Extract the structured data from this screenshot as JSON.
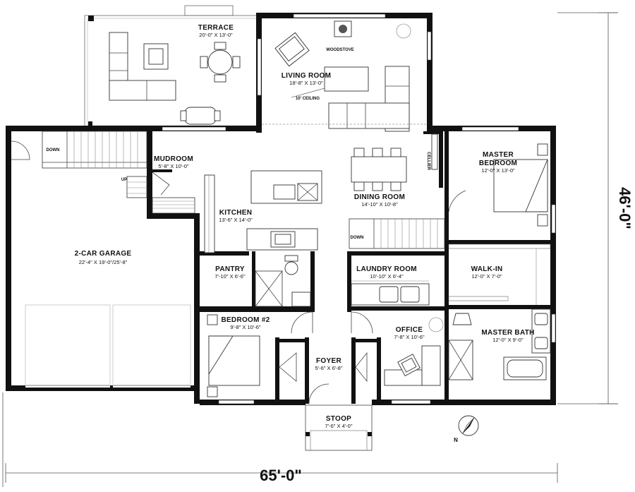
{
  "rooms": {
    "terrace": {
      "name": "TERRACE",
      "dim": "20'-0\" X 13'-0\""
    },
    "living": {
      "name": "LIVING ROOM",
      "dim": "18'-8\" X 13'-0\""
    },
    "woodstove": "WOODSTOVE",
    "ceiling": "10' CEILING",
    "mudroom": {
      "name": "MUDROOM",
      "dim": "5'-8\" X 10'-0\""
    },
    "kitchen": {
      "name": "KITCHEN",
      "dim": "13'-6\" X 14'-0\""
    },
    "dining": {
      "name": "DINING ROOM",
      "dim": "14'-10\" X 10'-8\""
    },
    "master_bedroom": {
      "name": "MASTER BEDROOM",
      "name_line1": "MASTER",
      "name_line2": "BEDROOM",
      "dim": "12'-0\" X 13'-0\""
    },
    "cellier": "CELLIER",
    "garage": {
      "name": "2-CAR GARAGE",
      "dim": "22'-4\" X 19'-0\"/25'-8\""
    },
    "pantry": {
      "name": "PANTRY",
      "dim": "7'-10\" X 6'-6\""
    },
    "laundry": {
      "name": "LAUNDRY ROOM",
      "dim": "10'-10\" X 6'-4\""
    },
    "walkin": {
      "name": "WALK-IN",
      "dim": "12'-0\" X 7'-0\""
    },
    "bedroom2": {
      "name": "BEDROOM #2",
      "dim": "9'-8\" X 10'-6\""
    },
    "office": {
      "name": "OFFICE",
      "dim": "7'-8\" X 10'-6\""
    },
    "master_bath": {
      "name": "MASTER BATH",
      "dim": "12'-0\" X 9'-0\""
    },
    "foyer": {
      "name": "FOYER",
      "dim": "5'-6\" X 6'-8\""
    },
    "stoop": {
      "name": "STOOP",
      "dim": "7'-6\" X 4'-0\""
    }
  },
  "labels": {
    "down": "DOWN",
    "up": "UP",
    "down2": "DOWN",
    "compass_n": "N"
  },
  "dimensions": {
    "width": "65'-0\"",
    "depth": "46'-0\""
  }
}
